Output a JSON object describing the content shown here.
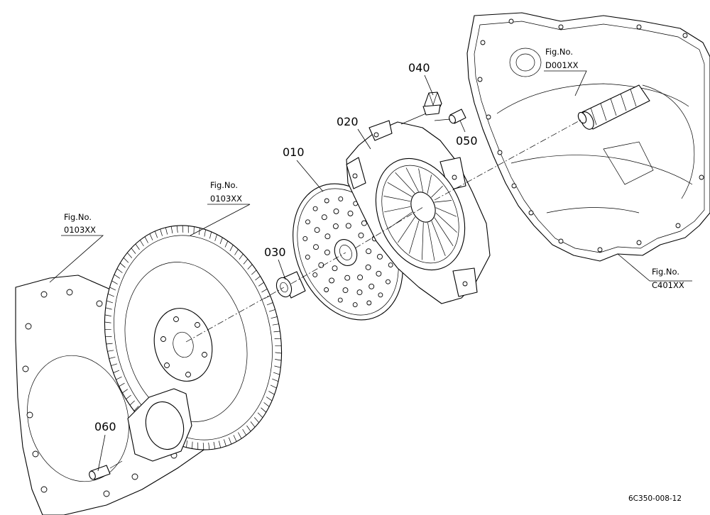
{
  "callouts": {
    "p010": "010",
    "p020": "020",
    "p030": "030",
    "p040": "040",
    "p050": "050",
    "p060": "060"
  },
  "figure_refs": {
    "plate": {
      "line1": "Fig.No.",
      "line2": "0103XX"
    },
    "flywheel": {
      "line1": "Fig.No.",
      "line2": "0103XX"
    },
    "shaft": {
      "line1": "Fig.No.",
      "line2": "D001XX"
    },
    "housing": {
      "line1": "Fig.No.",
      "line2": "C401XX"
    }
  },
  "drawing_code": "6C350-008-12"
}
